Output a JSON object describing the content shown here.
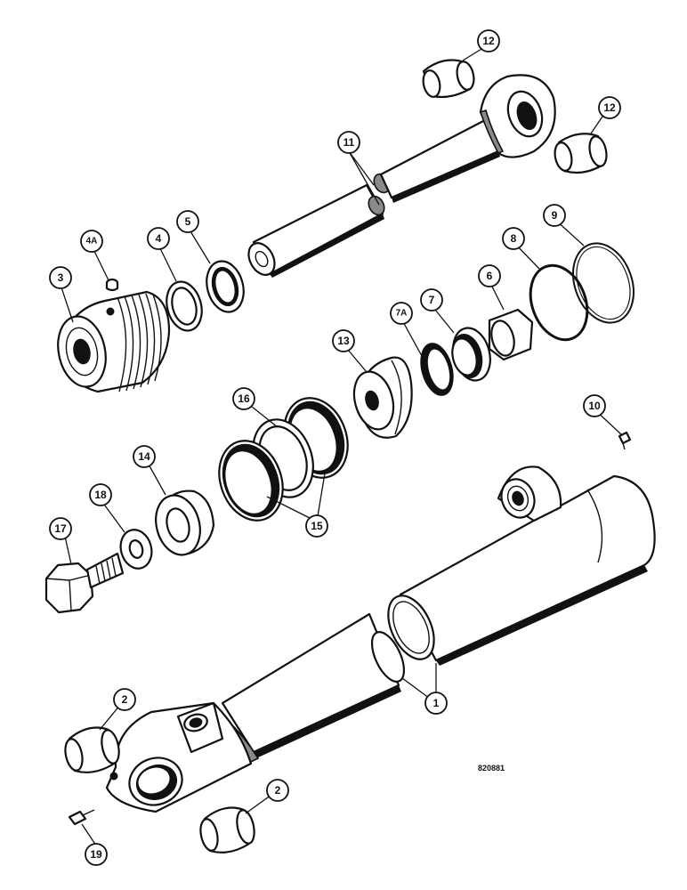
{
  "drawing_number": "820881",
  "callouts": {
    "c1": "1",
    "c2a": "2",
    "c2b": "2",
    "c3": "3",
    "c4": "4",
    "c4a": "4A",
    "c5": "5",
    "c6": "6",
    "c7": "7",
    "c7a": "7A",
    "c8": "8",
    "c9": "9",
    "c10": "10",
    "c11": "11",
    "c12a": "12",
    "c12b": "12",
    "c13": "13",
    "c14": "14",
    "c15": "15",
    "c16": "16",
    "c17": "17",
    "c18": "18",
    "c19": "19"
  }
}
